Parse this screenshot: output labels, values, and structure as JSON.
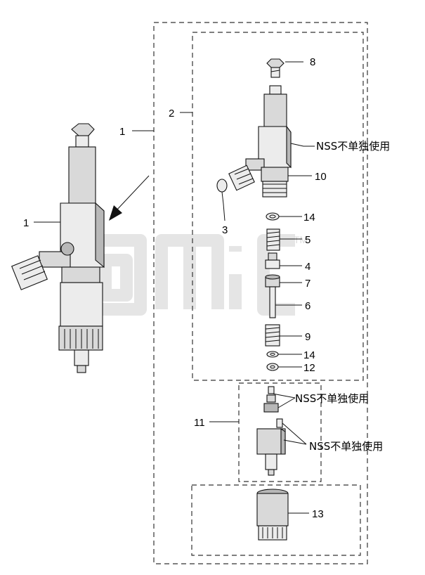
{
  "callouts": {
    "c1_top": "1",
    "c1_left": "1",
    "c2": "2",
    "c3": "3",
    "c4": "4",
    "c5": "5",
    "c6": "6",
    "c7": "7",
    "c8": "8",
    "c9": "9",
    "c10": "10",
    "c11": "11",
    "c12": "12",
    "c13": "13",
    "c14_top": "14",
    "c14_bottom": "14"
  },
  "notes": {
    "nss_body": "NSS不单独使用",
    "nss_needle": "NSS不单独使用",
    "nss_nozzle": "NSS不单独使用"
  },
  "watermark": {
    "tm": "TM"
  }
}
